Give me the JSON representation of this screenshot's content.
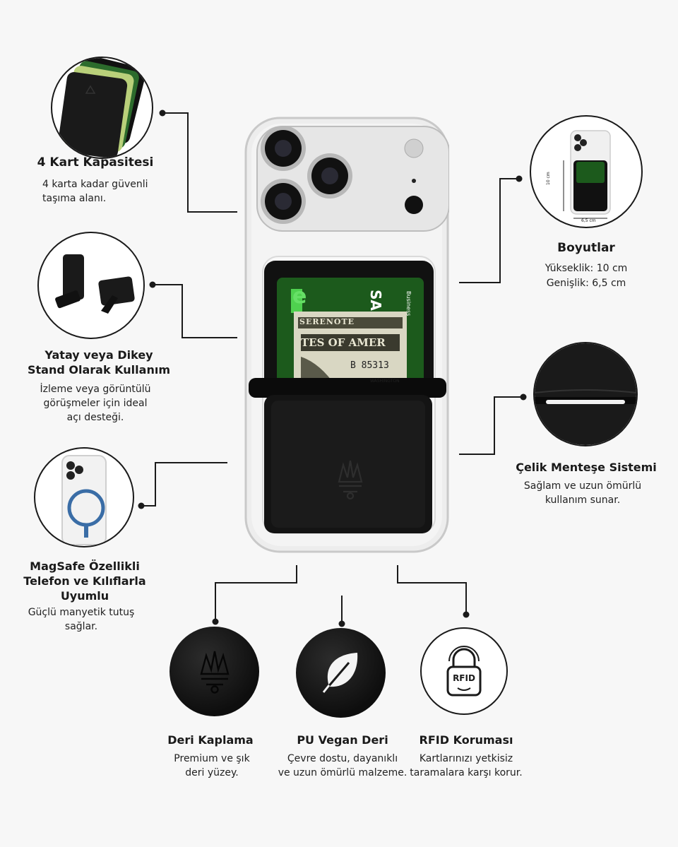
{
  "colors": {
    "ink": "#1a1a1a",
    "leather": "#111111",
    "card_green": "#1c5a1c",
    "magsafe_blue": "#3a6da6"
  },
  "features": {
    "card_capacity": {
      "title": "4 Kart Kapasitesi",
      "desc": "4 karta kadar güvenli\ntaşıma alanı."
    },
    "stand": {
      "title": "Yatay veya Dikey\nStand Olarak Kullanım",
      "desc": "İzleme veya görüntülü\ngörüşmeler için ideal\naçı desteği."
    },
    "magsafe": {
      "title": "MagSafe Özellikli\nTelefon ve Kılıflarla\nUyumlu",
      "desc": "Güçlü manyetik tutuş\nsağlar."
    },
    "dimensions": {
      "title": "Boyutlar",
      "height_line": "Yükseklik: 10 cm",
      "width_line": "Genişlik: 6,5 cm",
      "diagram_height": "10 cm",
      "diagram_width": "6,5 cm"
    },
    "hinge": {
      "title": "Çelik Menteşe Sistemi",
      "desc": "Sağlam ve uzun ömürlü\nkullanım sunar."
    },
    "leather": {
      "title": "Deri Kaplama",
      "desc": "Premium ve şık\nderi yüzey."
    },
    "vegan": {
      "title": "PU Vegan Deri",
      "desc": "Çevre dostu, dayanıklı\nve uzun ömürlü malzeme."
    },
    "rfid": {
      "title": "RFID Koruması",
      "desc": "Kartlarınızı yetkisiz\ntaramalara karşı korur.",
      "badge": "RFID"
    }
  },
  "product": {
    "card_text_left": "e",
    "card_text_right": "SA",
    "card_small": "Business",
    "bill_line1": "SERENOTE",
    "bill_line2": "TES OF AMER",
    "bill_serial": "B 85313",
    "bill_small": "WASHINGTON"
  },
  "icons": [
    "crown-logo-icon",
    "leaf-icon",
    "rfid-lock-icon"
  ]
}
